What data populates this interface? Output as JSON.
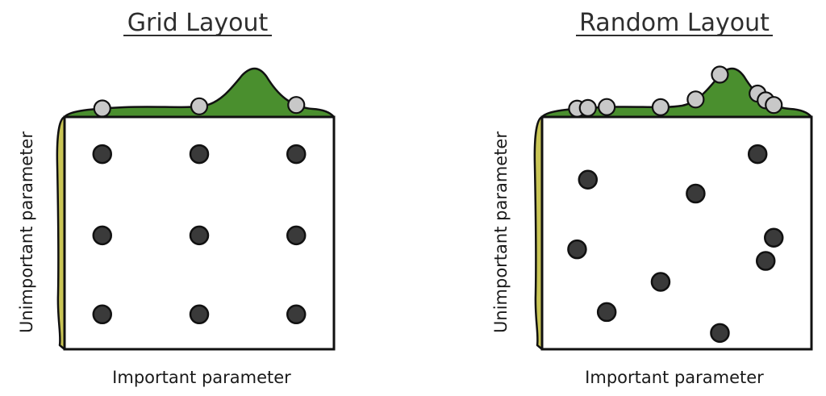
{
  "panels": [
    {
      "title": "Grid Layout",
      "xlabel": "Important parameter",
      "ylabel": "Unimportant parameter",
      "points": [
        {
          "x": 0.14,
          "y": 0.84
        },
        {
          "x": 0.5,
          "y": 0.84
        },
        {
          "x": 0.86,
          "y": 0.84
        },
        {
          "x": 0.14,
          "y": 0.49
        },
        {
          "x": 0.5,
          "y": 0.49
        },
        {
          "x": 0.86,
          "y": 0.49
        },
        {
          "x": 0.14,
          "y": 0.15
        },
        {
          "x": 0.5,
          "y": 0.15
        },
        {
          "x": 0.86,
          "y": 0.15
        }
      ],
      "projections": [
        0.14,
        0.5,
        0.86
      ]
    },
    {
      "title": "Random Layout",
      "xlabel": "Important parameter",
      "ylabel": "Unimportant parameter",
      "points": [
        {
          "x": 0.8,
          "y": 0.84
        },
        {
          "x": 0.17,
          "y": 0.73
        },
        {
          "x": 0.57,
          "y": 0.67
        },
        {
          "x": 0.86,
          "y": 0.48
        },
        {
          "x": 0.13,
          "y": 0.43
        },
        {
          "x": 0.83,
          "y": 0.38
        },
        {
          "x": 0.44,
          "y": 0.29
        },
        {
          "x": 0.24,
          "y": 0.16
        },
        {
          "x": 0.66,
          "y": 0.07
        }
      ],
      "projections": [
        0.13,
        0.17,
        0.24,
        0.44,
        0.57,
        0.66,
        0.8,
        0.83,
        0.86
      ]
    }
  ],
  "colors": {
    "marginal_important": "#4a8f2e",
    "marginal_unimportant": "#c9c556",
    "point_fill": "#3a3a3a",
    "projection_fill": "#c8c8c8",
    "stroke": "#111111"
  }
}
